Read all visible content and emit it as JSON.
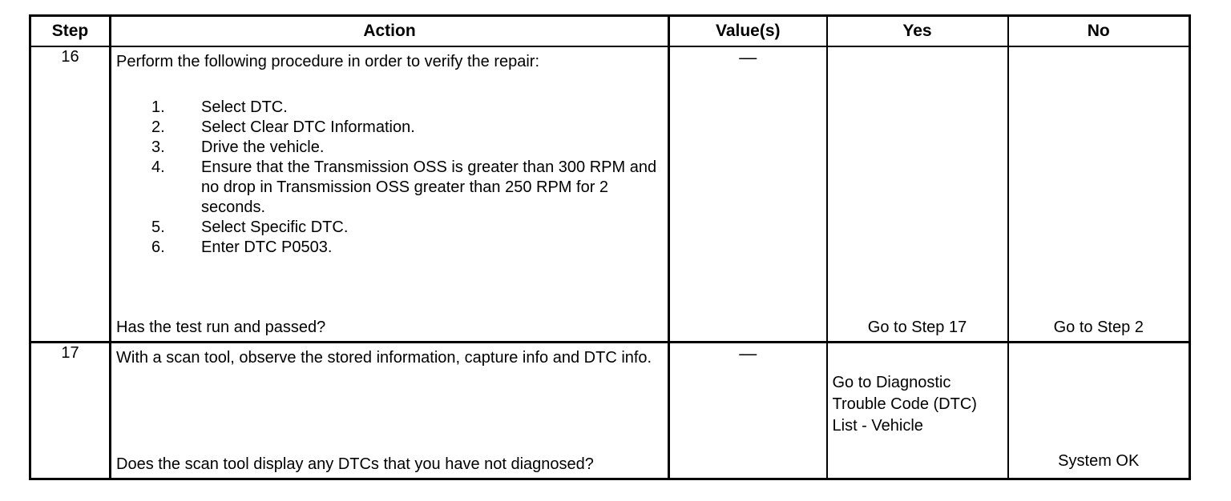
{
  "table": {
    "headers": {
      "step": "Step",
      "action": "Action",
      "values": "Value(s)",
      "yes": "Yes",
      "no": "No"
    },
    "rows": [
      {
        "step": "16",
        "action_lead": "Perform the following procedure in order to verify the repair:",
        "action_steps": [
          {
            "num": "1.",
            "text": "Select DTC."
          },
          {
            "num": "2.",
            "text": "Select Clear DTC Information."
          },
          {
            "num": "3.",
            "text": "Drive the vehicle."
          },
          {
            "num": "4.",
            "text": "Ensure that the Transmission OSS is greater than 300 RPM and no drop in Transmission OSS greater than 250 RPM for 2 seconds."
          },
          {
            "num": "5.",
            "text": "Select Specific DTC."
          },
          {
            "num": "6.",
            "text": "Enter DTC P0503."
          }
        ],
        "action_question": "Has the test run and passed?",
        "value": "—",
        "yes": "Go to Step 17",
        "no": "Go to Step 2"
      },
      {
        "step": "17",
        "action_lead": "With a scan tool, observe the stored information, capture info and DTC info.",
        "action_question": "Does the scan tool display any DTCs that you have not diagnosed?",
        "value": "—",
        "yes": "Go to Diagnostic Trouble Code (DTC) List - Vehicle",
        "no": "System OK"
      }
    ]
  }
}
